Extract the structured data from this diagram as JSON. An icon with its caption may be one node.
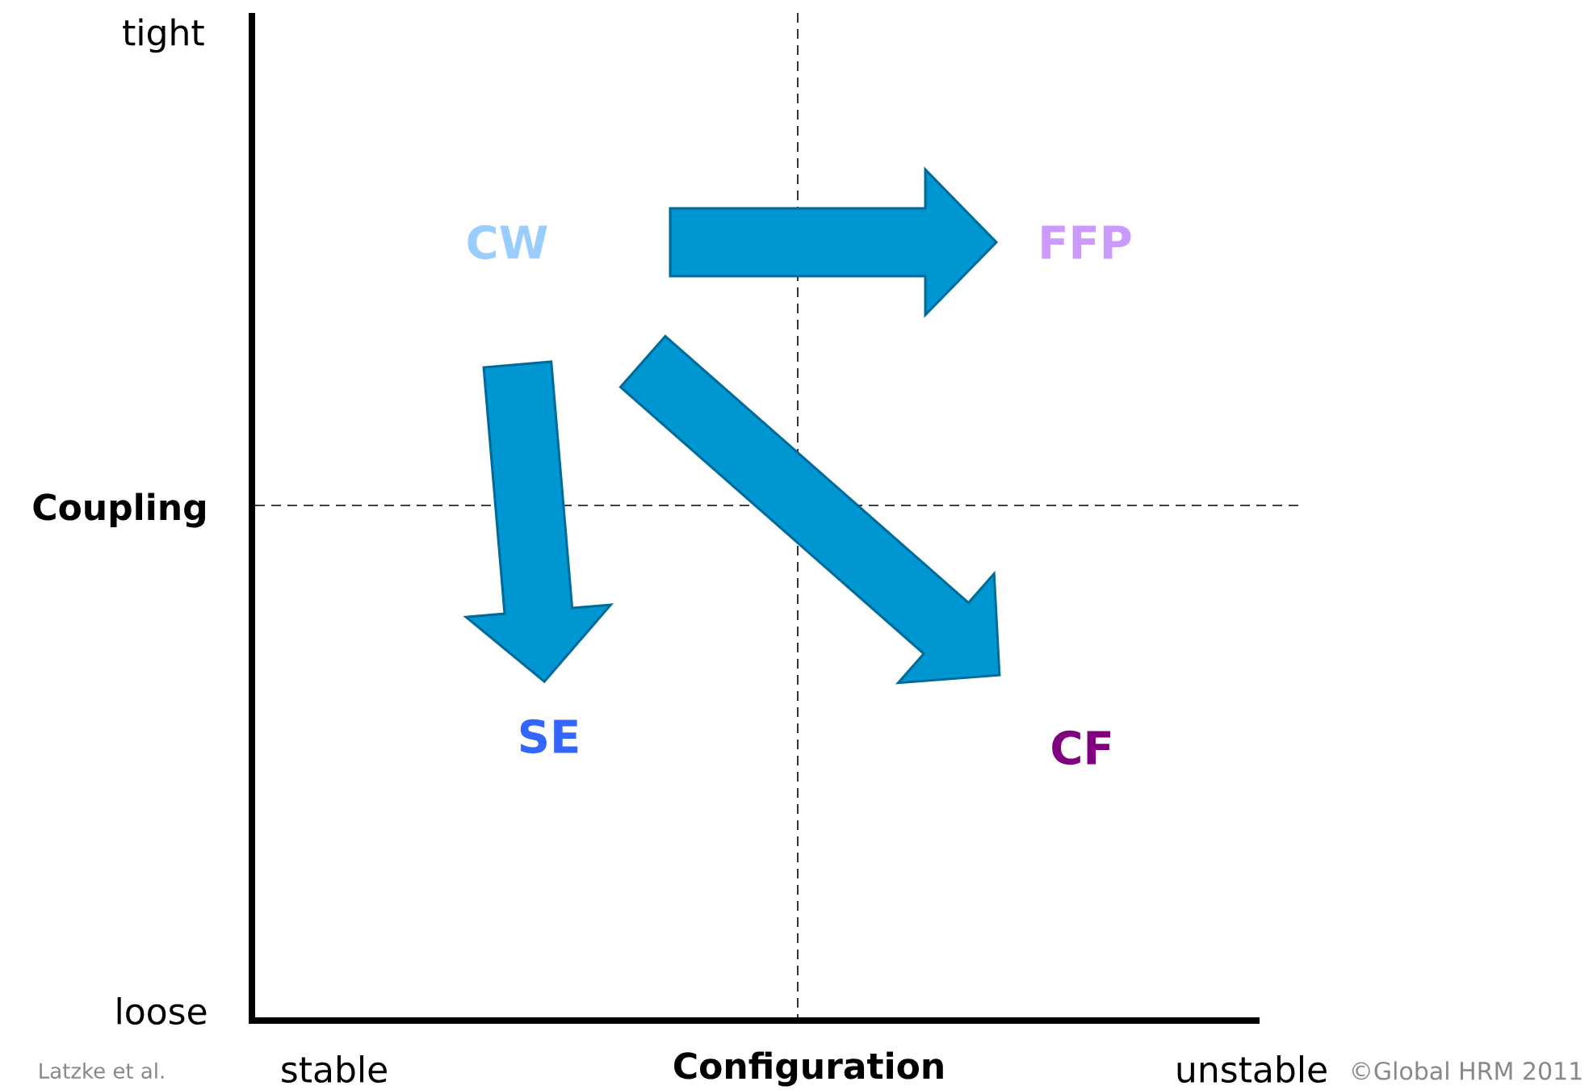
{
  "diagram": {
    "nodes": [
      {
        "text": [
          "CW"
        ]
      },
      {
        "text": [
          "FFP"
        ]
      },
      {
        "text": [
          "SE"
        ]
      },
      {
        "text": [
          "CF"
        ]
      }
    ],
    "edges": [
      {
        "from": 0,
        "to": 1,
        "arrow": "to"
      },
      {
        "from": 0,
        "to": 2,
        "arrow": "to"
      },
      {
        "from": 0,
        "to": 3,
        "arrow": "to"
      }
    ],
    "labels": [
      "tight",
      "Coupling",
      "loose",
      "Latzke et al.",
      "stable",
      "Configuration",
      "unstable",
      "©Global HRM 2011"
    ]
  }
}
